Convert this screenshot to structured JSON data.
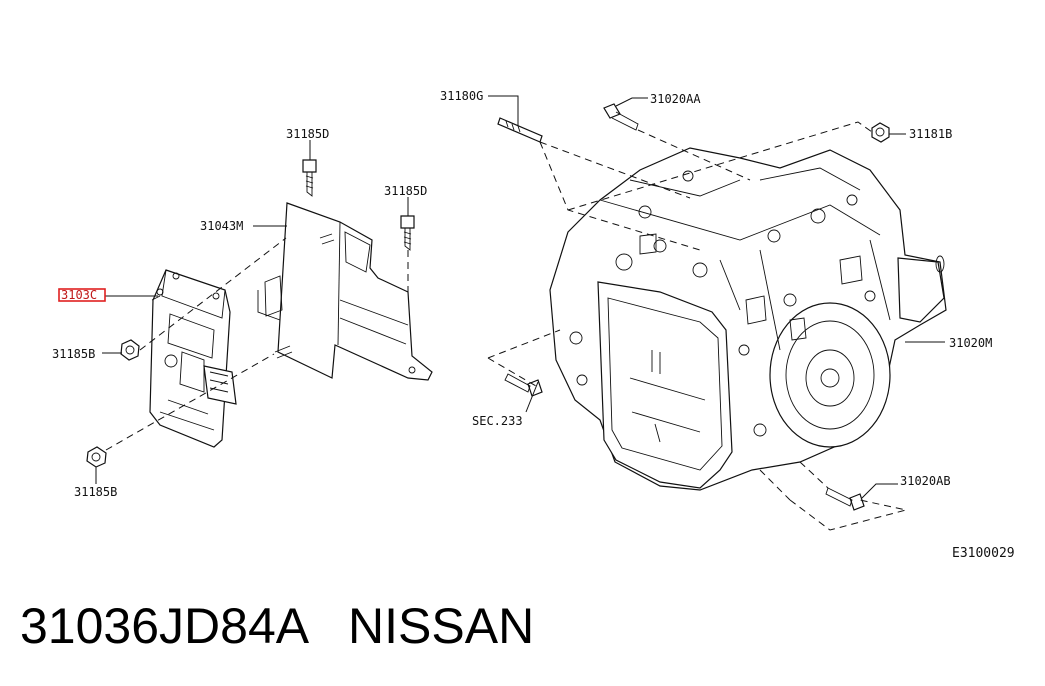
{
  "labels": {
    "p31185D_a": "31185D",
    "p31185D_b": "31185D",
    "p31043M": "31043M",
    "p31036": "3103C",
    "p31185B_a": "31185B",
    "p31185B_b": "31185B",
    "p31180G": "31180G",
    "p31020AA": "31020AA",
    "p31181B": "31181B",
    "p31020M": "31020M",
    "sec233": "SEC.233",
    "p31020AB": "31020AB",
    "diagram_id": "E3100029"
  },
  "highlight_color": "#e02020",
  "caption": {
    "part_number": "31036JD84A",
    "brand": "NISSAN"
  }
}
